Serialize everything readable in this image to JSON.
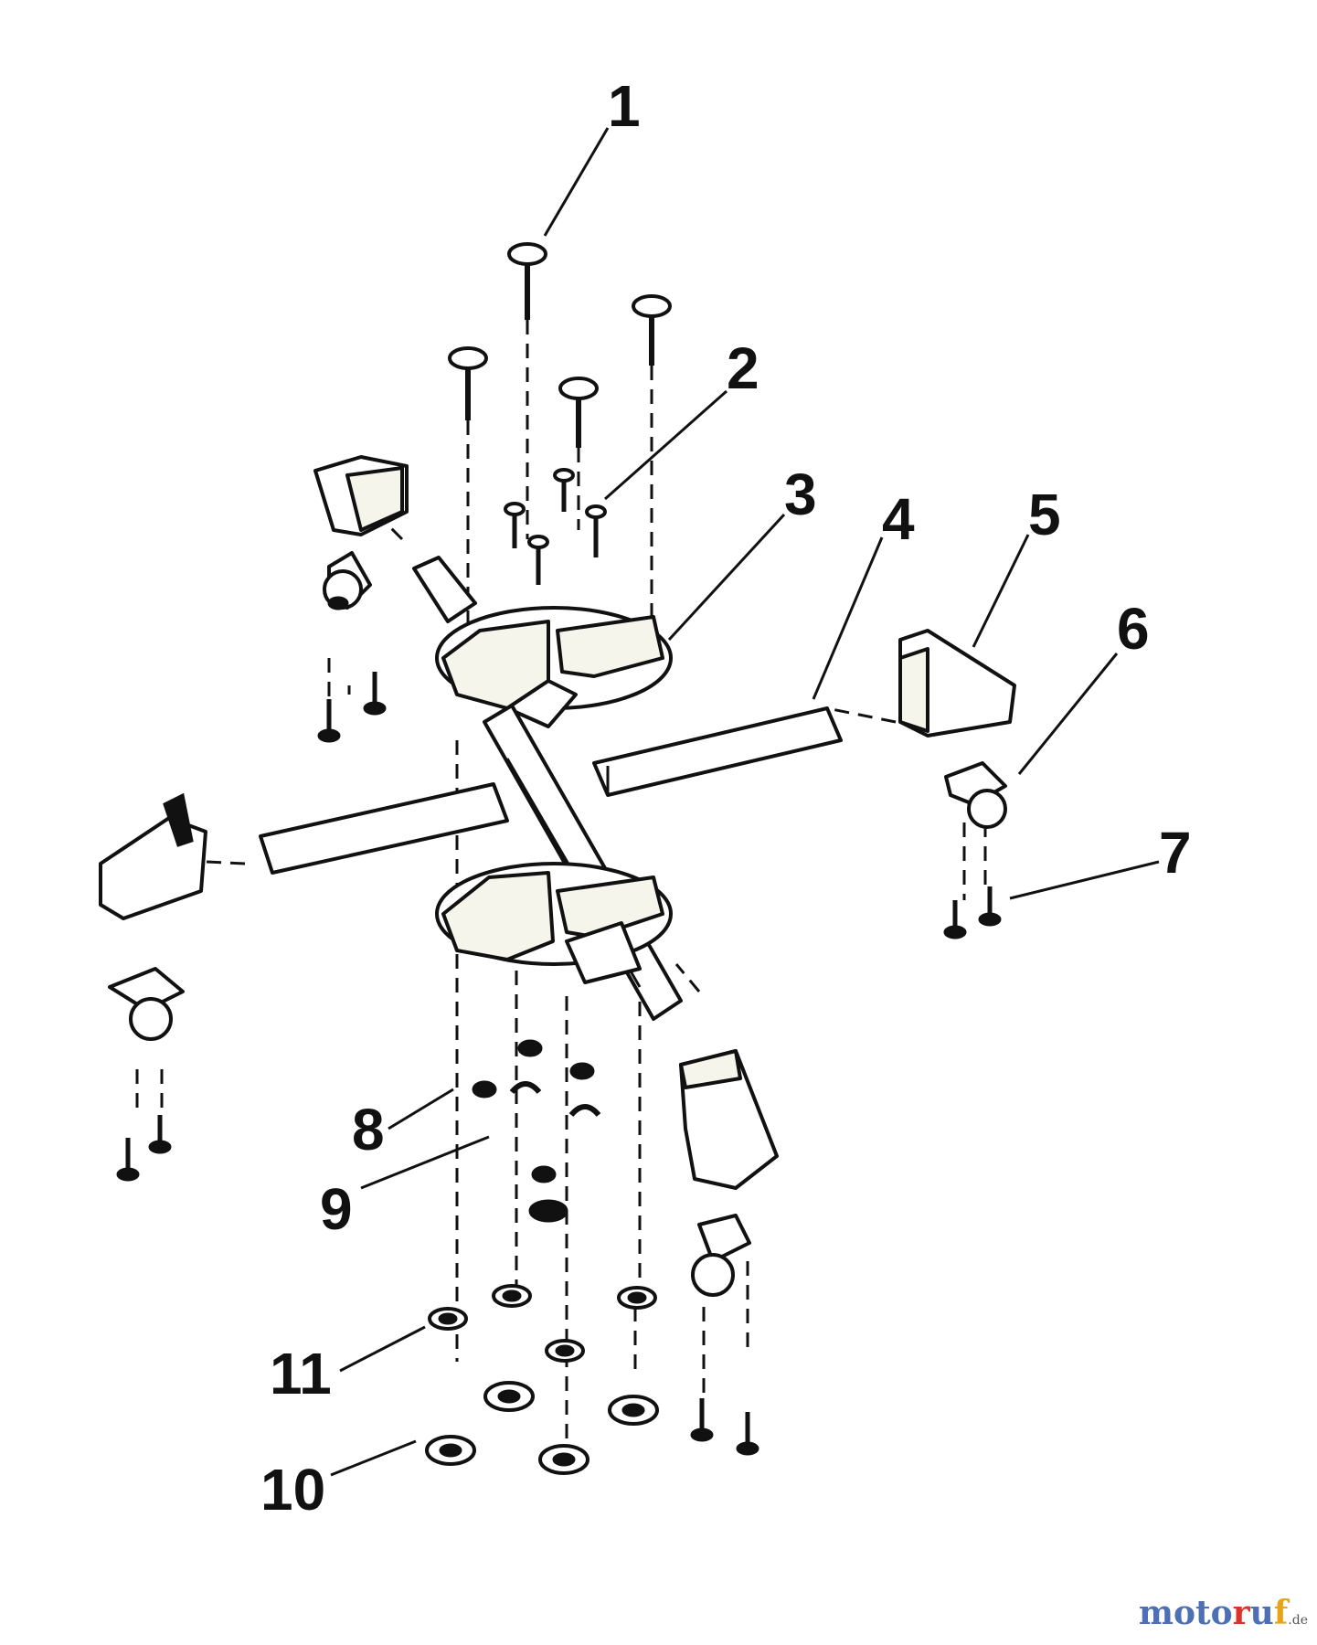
{
  "callouts": [
    "1",
    "2",
    "3",
    "4",
    "5",
    "6",
    "7",
    "8",
    "9",
    "10",
    "11"
  ],
  "watermark": {
    "main_a": "moto",
    "main_r": "r",
    "main_u": "u",
    "main_f": "f",
    "tld": ".de"
  },
  "colors": {
    "ink": "#111111",
    "paper": "#ffffff",
    "brand_blue": "#4d6fb3",
    "brand_red": "#d9342b",
    "brand_orange": "#e8a317"
  }
}
